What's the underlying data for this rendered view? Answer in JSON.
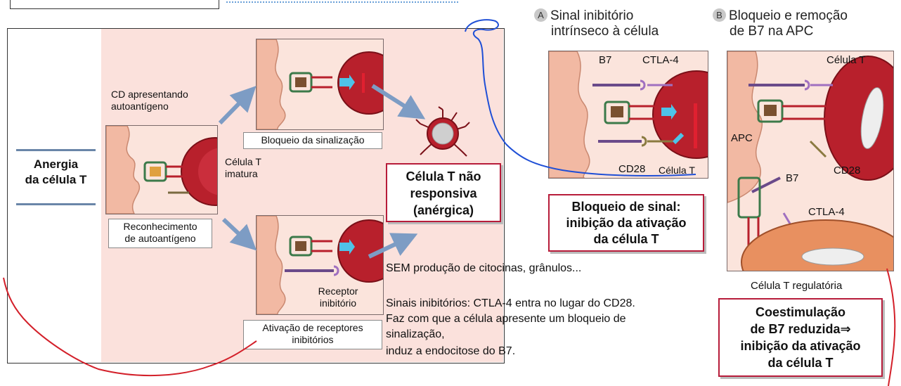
{
  "left_panel": {
    "anergia_title_line1": "Anergia",
    "anergia_title_line2": "da célula T",
    "cd_label_line1": "CD apresentando",
    "cd_label_line2": "autoantígeno",
    "cell_t_label_line1": "Célula T",
    "cell_t_label_line2": "imatura",
    "recognition_line1": "Reconhecimento",
    "recognition_line2": "de autoantígeno",
    "block_signal_label": "Bloqueio da sinalização",
    "receptor_label_line1": "Receptor",
    "receptor_label_line2": "inibitório",
    "activation_line1": "Ativação de receptores",
    "activation_line2": "inibitórios",
    "result_line1": "Célula T não",
    "result_line2": "responsiva",
    "result_line3": "(anérgica)"
  },
  "panel_a": {
    "letter": "A",
    "title_line1": "Sinal inibitório",
    "title_line2": "intrínseco à célula",
    "b7": "B7",
    "ctla4": "CTLA-4",
    "cd28": "CD28",
    "cell_t": "Célula T",
    "result_line1": "Bloqueio de sinal:",
    "result_line2": "inibição da ativação",
    "result_line3": "da célula T"
  },
  "panel_b": {
    "letter": "B",
    "title_line1": "Bloqueio e remoção",
    "title_line2": "de B7 na APC",
    "cell_t": "Célula T",
    "apc": "APC",
    "cd28": "CD28",
    "b7": "B7",
    "ctla4": "CTLA-4",
    "treg": "Célula T regulatória",
    "result_line1": "Coestimulação",
    "result_line2": "de B7 reduzida⇒",
    "result_line3": "inibição da ativação",
    "result_line4": "da célula T"
  },
  "notes": {
    "line1": "SEM produção de citocinas, grânulos...",
    "line2": "Sinais inibitórios: CTLA-4 entra no lugar do CD28.",
    "line3": "Faz com que a célula apresente um bloqueio de",
    "line4": "sinalização,",
    "line5": "induz a endocitose do B7."
  },
  "colors": {
    "accent_red": "#b71c3a",
    "arrow_blue": "#7d9cc4",
    "annotation_blue": "#1f4fd6",
    "annotation_red": "#d3202a",
    "background_pink": "#fbe1dc"
  }
}
